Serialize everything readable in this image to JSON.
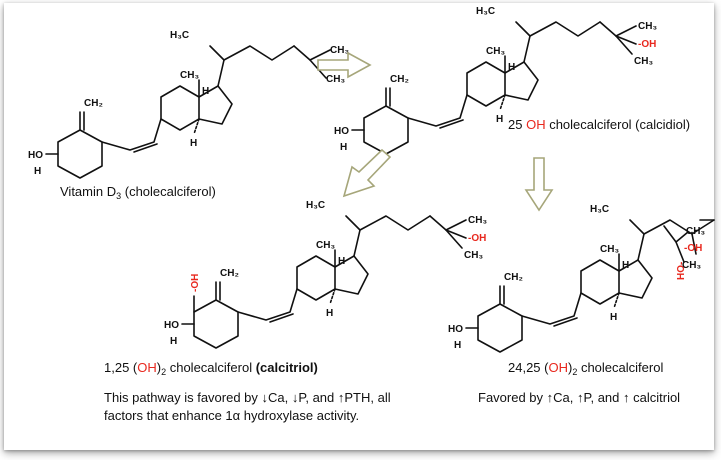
{
  "labels": {
    "vitd_pre": "Vitamin D",
    "vitd_sub": "3",
    "vitd_post": " (cholecalciferol)",
    "calcidiol_pre": "25 ",
    "calcidiol_oh": "OH",
    "calcidiol_post": " cholecalciferol (calcidiol)",
    "calcitriol_pre": "1,25 (",
    "calcitriol_oh": "OH",
    "calcitriol_close": ")",
    "calcitriol_sub": "2",
    "calcitriol_mid": "  cholecalciferol  ",
    "calcitriol_bold": "(calcitriol)",
    "inact_pre": "24,25 (",
    "inact_oh": "OH",
    "inact_close": ")",
    "inact_sub": "2",
    "inact_post": "  cholecalciferol"
  },
  "notes": {
    "calcitriol_line1": "This pathway is favored by ↓Ca, ↓P, and ↑PTH, all",
    "calcitriol_line2": "factors that enhance 1α hydroxylase activity.",
    "inactive": "Favored by  ↑Ca, ↑P, and ↑ calcitriol"
  },
  "atoms": {
    "h3c": "H₃C",
    "ch3": "CH₃",
    "ch2": "CH₂",
    "h": "H",
    "ho": "HO",
    "oh": "-OH",
    "ho_vert": "HO-"
  },
  "colors": {
    "hydroxyl": "#e8281e",
    "arrow": "#a6a67a"
  }
}
